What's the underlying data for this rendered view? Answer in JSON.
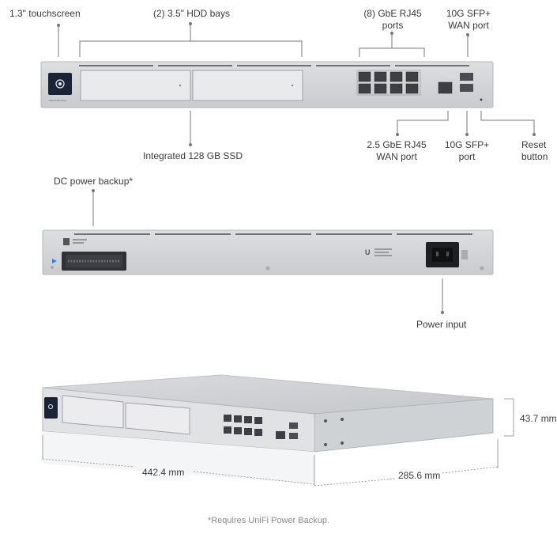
{
  "front": {
    "touchscreen": "1.3\" touchscreen",
    "hdd_bays": "(2) 3.5\" HDD bays",
    "rj45_ports": "(8) GbE RJ45\nports",
    "sfp_wan_top": "10G SFP+\nWAN port",
    "ssd": "Integrated 128 GB SSD",
    "wan_25": "2.5 GbE RJ45\nWAN port",
    "sfp_bottom": "10G SFP+\nport",
    "reset": "Reset\nbutton"
  },
  "rear": {
    "dc_power": "DC power backup*",
    "power_input": "Power input"
  },
  "dimensions": {
    "width": "442.4 mm",
    "depth": "285.6 mm",
    "height": "43.7 mm"
  },
  "footnote": "*Requires UniFi Power Backup."
}
